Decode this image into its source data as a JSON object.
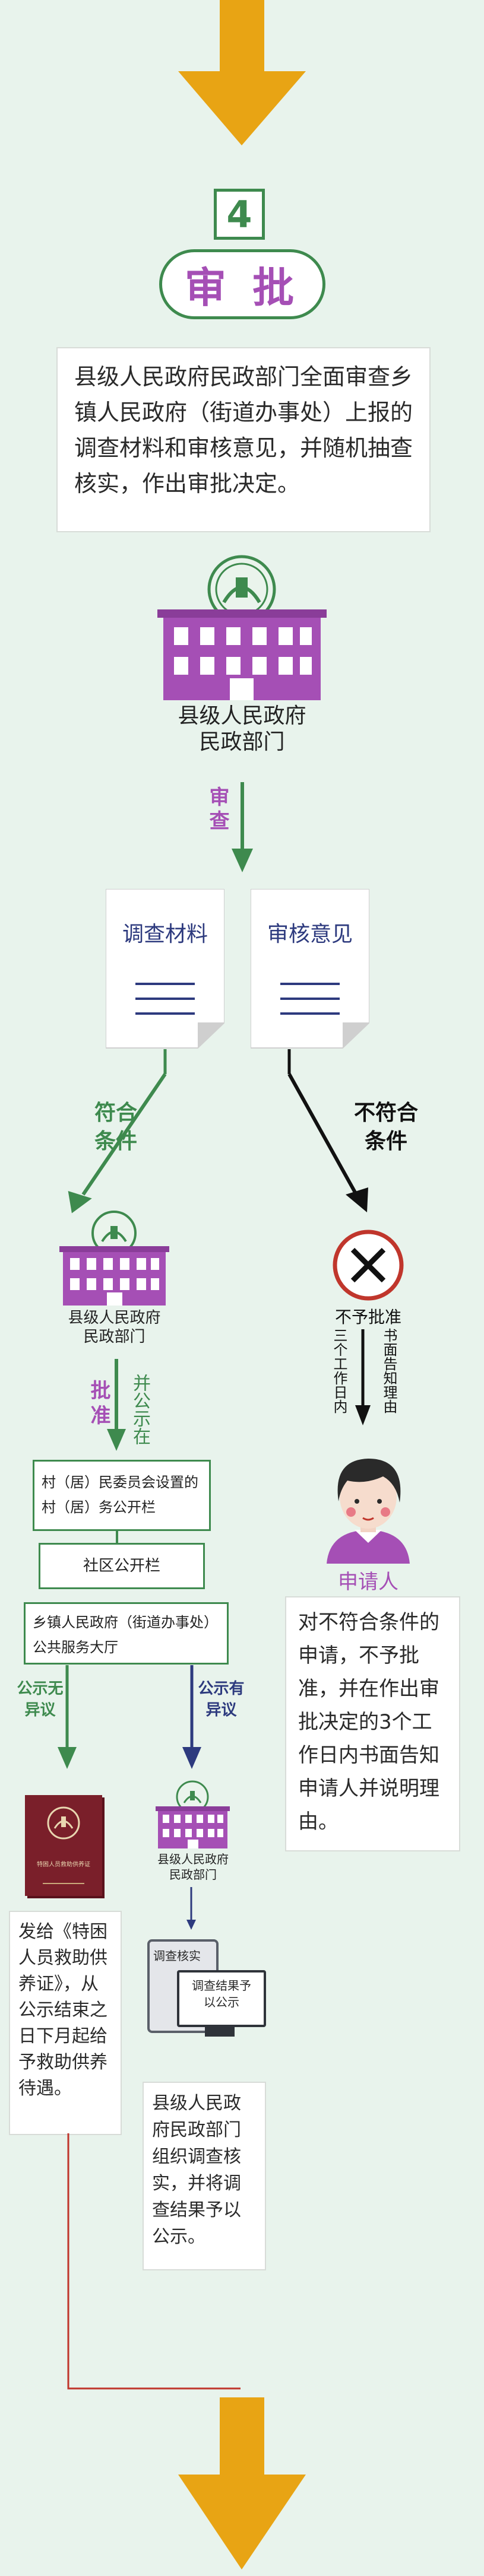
{
  "step": {
    "number": "4",
    "title": "审 批",
    "description": "县级人民政府民政部门全面审查乡镇人民政府（街道办事处）上报的调查材料和审核意见，并随机抽查核实，作出审批决定。"
  },
  "dept_main": {
    "line1": "县级人民政府",
    "line2": "民政部门"
  },
  "review_label": "审查",
  "docs": {
    "doc1": "调查材料",
    "doc2": "审核意见"
  },
  "branch": {
    "yes": "符合条件",
    "no": "不符合条件"
  },
  "dept_small": {
    "line1": "县级人民政府",
    "line2": "民政部门"
  },
  "approve_label": "批准",
  "publicize_label": "并公示在",
  "notice": {
    "board1": "村（居）民委员会设置的村（居）务公开栏",
    "board2": "社区公开栏",
    "board3": "乡镇人民政府（街道办事处）公共服务大厅"
  },
  "reject": {
    "label": "不予批准",
    "col1": "三个工作日内",
    "col2": "书面告知理由",
    "applicant": "申请人",
    "text": "对不符合条件的申请，不予批准，并在作出审批决定的3个工作日内书面告知申请人并说明理由。"
  },
  "no_objection": {
    "label": "公示无异议",
    "cert_title": "特困人员救助供养证",
    "text": "发给《特困人员救助供养证》，从公示结束之日下月起给予救助供养待遇。"
  },
  "objection": {
    "label": "公示有异议",
    "dept_line1": "县级人民政府",
    "dept_line2": "民政部门",
    "verify_label": "调查核实",
    "result_label": "调查结果予以公示",
    "text": "县级人民政府民政部门组织调查核实，并将调查结果予以公示。"
  },
  "colors": {
    "background": "#e8f3ec",
    "purple": "#a54fb5",
    "green": "#3e8a4e",
    "orange": "#e8a414",
    "navy": "#2d3a7e",
    "red": "#c0362c"
  }
}
